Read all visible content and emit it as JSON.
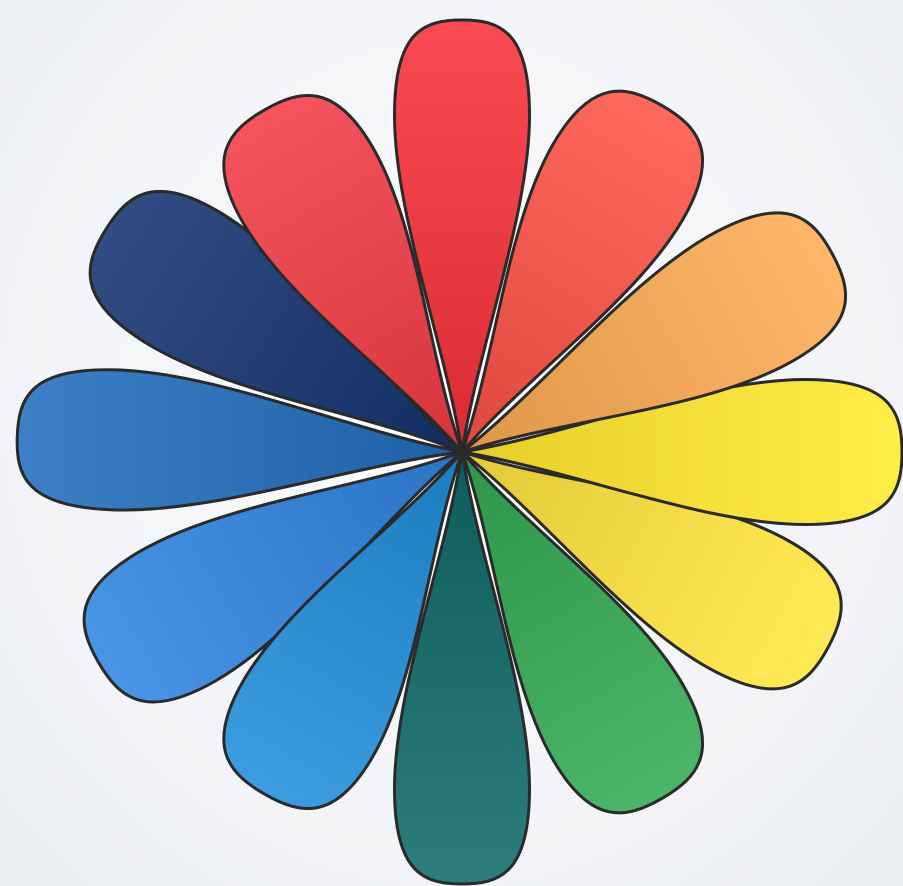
{
  "image": {
    "subject": "color-wheel-flower",
    "background_color": "#f4f6f8",
    "outline_color": "#2a2a2a"
  },
  "petals": [
    {
      "id": "red",
      "color": "#ec3d45"
    },
    {
      "id": "red-orange",
      "color": "#f05a4f"
    },
    {
      "id": "orange",
      "color": "#f0a85a"
    },
    {
      "id": "yellow",
      "color": "#f6df3a"
    },
    {
      "id": "yellow-light",
      "color": "#f3dc47"
    },
    {
      "id": "green",
      "color": "#3ea75a"
    },
    {
      "id": "teal",
      "color": "#1f6f6f"
    },
    {
      "id": "sky-blue",
      "color": "#2d8fd1"
    },
    {
      "id": "azure",
      "color": "#3b86d6"
    },
    {
      "id": "blue",
      "color": "#2f72b8"
    },
    {
      "id": "navy",
      "color": "#233f74"
    },
    {
      "id": "crimson",
      "color": "#e8464f"
    }
  ]
}
